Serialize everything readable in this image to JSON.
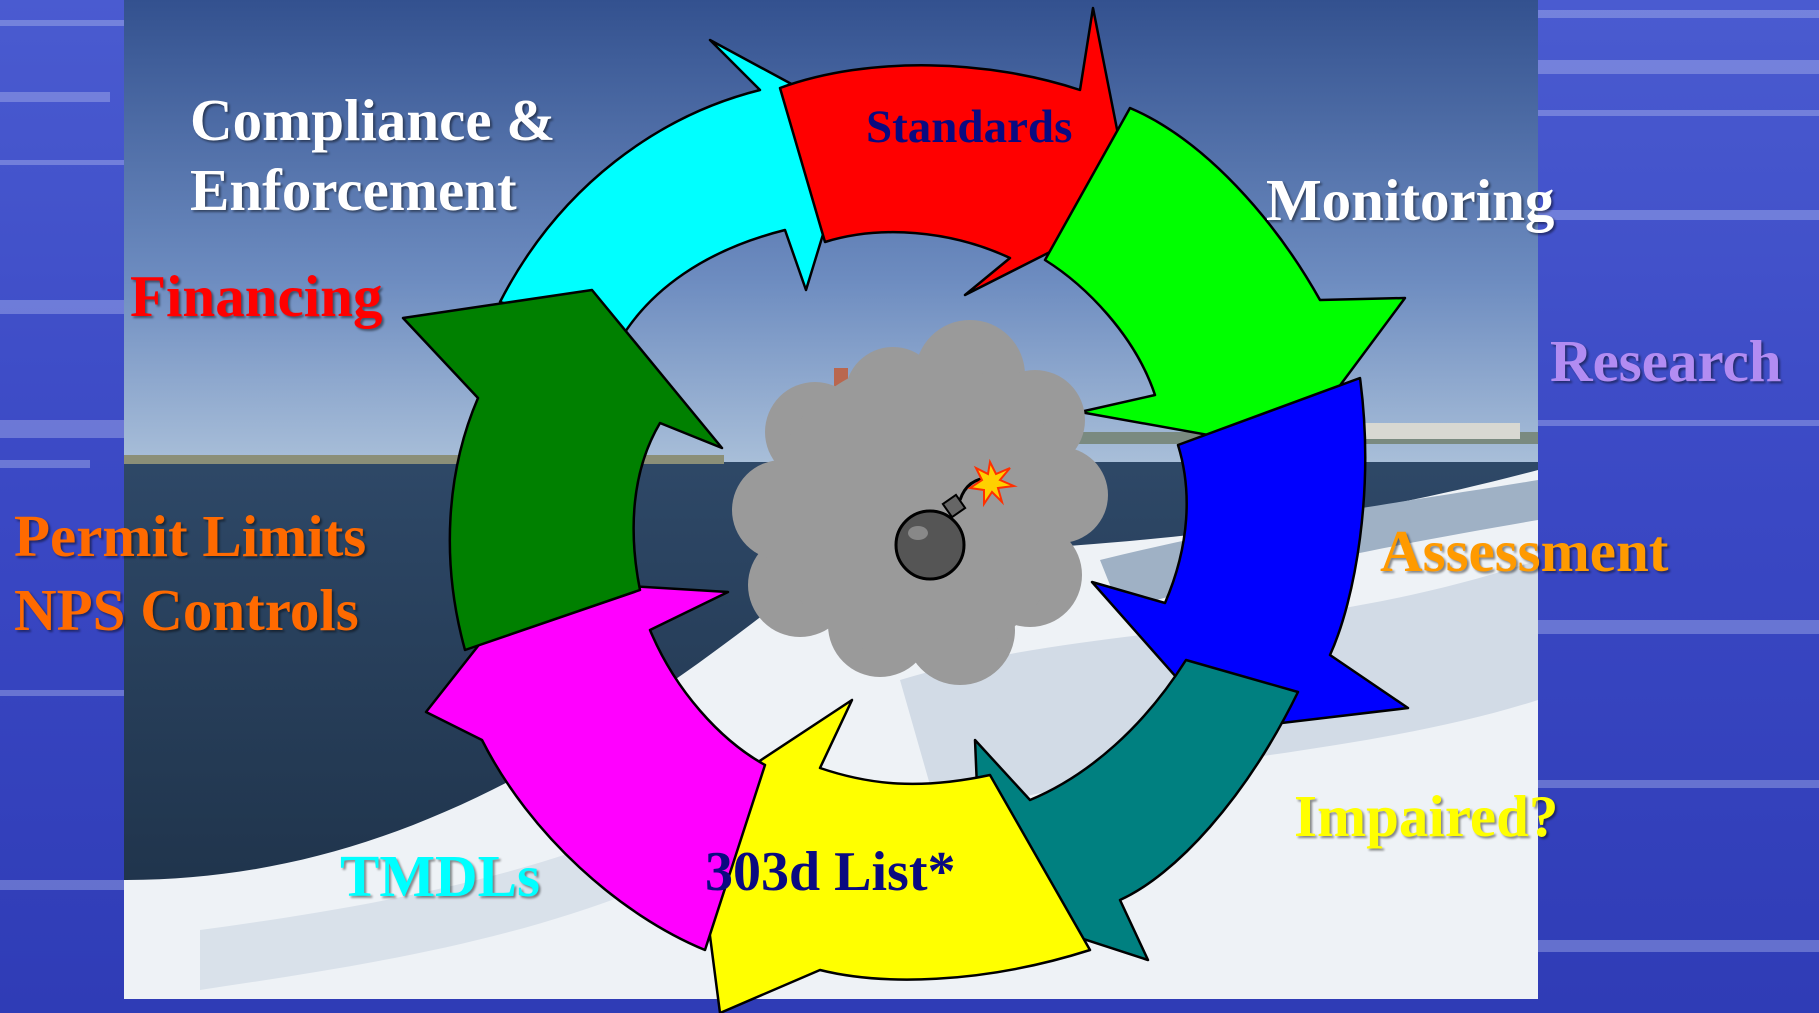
{
  "labels": {
    "standards": "Standards",
    "monitoring": "Monitoring",
    "research": "Research",
    "assessment": "Assessment",
    "impaired": "Impaired?",
    "list303d": "303d List*",
    "tmdls": "TMDLs",
    "permit_limits": "Permit Limits",
    "nps_controls": "NPS Controls",
    "financing": "Financing",
    "compliance_line1": "Compliance &",
    "compliance_line2": "Enforcement"
  },
  "colors": {
    "background": "#3b46c8",
    "standards_arrow": "#ff0000",
    "monitoring_arrow": "#00ff00",
    "assessment_arrow": "#0000ff",
    "impaired_arrow": "#008080",
    "list303d_arrow": "#ffff00",
    "tmdls_arrow": "#ff00ff",
    "financing_arrow": "#008000",
    "compliance_arrow": "#00ffff",
    "cloud": "#9a9a9a"
  },
  "icons": {
    "center": "bomb-icon"
  }
}
